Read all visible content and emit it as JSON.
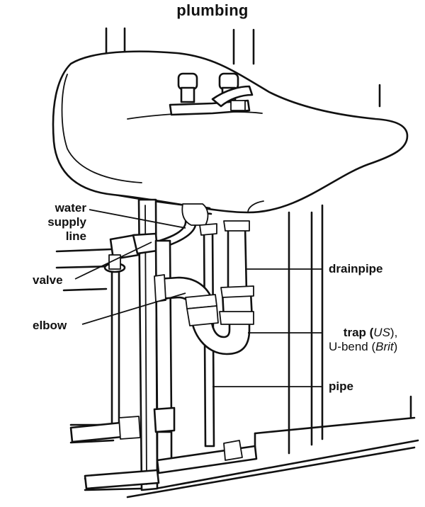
{
  "title": "plumbing",
  "labels": {
    "water_supply_line": [
      "water",
      "supply",
      "line"
    ],
    "valve": "valve",
    "elbow": "elbow",
    "drainpipe": "drainpipe",
    "trap_part1": "trap (",
    "trap_us": "US",
    "trap_part2": "),",
    "ubend_part1": "U-bend (",
    "ubend_brit": "Brit",
    "ubend_part2": ")",
    "pipe": "pipe"
  }
}
